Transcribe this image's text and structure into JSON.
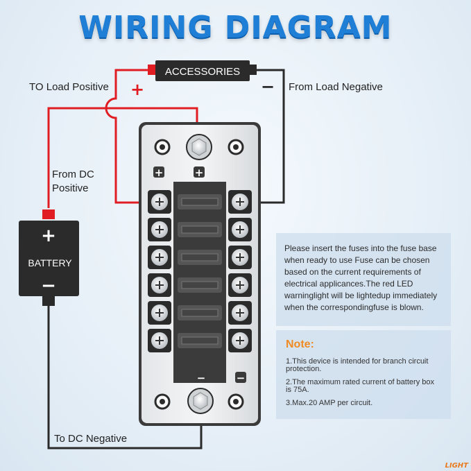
{
  "title": "WIRING DIAGRAM",
  "accessories": {
    "label": "ACCESSORIES",
    "plus": "+",
    "minus": "−"
  },
  "labels": {
    "to_load_positive": "TO Load Positive",
    "from_load_negative": "From Load Negative",
    "from_dc_positive_1": "From DC",
    "from_dc_positive_2": "Positive",
    "to_dc_negative": "To DC Negative"
  },
  "battery": {
    "label": "BATTERY",
    "plus": "+",
    "minus": "−"
  },
  "fusebox": {
    "plus_1": "+",
    "plus_2": "+",
    "minus_1": "−",
    "minus_2": "−",
    "slots": 6
  },
  "info_text": "Please insert the fuses into the fuse base when ready to use Fuse  can  be chosen based on the current requirements of electrical applicances.The red LED warninglight will be lightedup immediately when the correspondingfuse is blown.",
  "note": {
    "title": "Note:",
    "items": [
      "1.This device is intended for branch circuit protection.",
      "2.The maximum rated current of battery box is 75A.",
      "3.Max.20 AMP per circuit."
    ]
  },
  "logo": "LIGHT",
  "colors": {
    "title": "#1f7fd6",
    "wire_positive": "#e11d24",
    "wire_negative": "#2a2a2a",
    "note_title": "#f08a24"
  }
}
